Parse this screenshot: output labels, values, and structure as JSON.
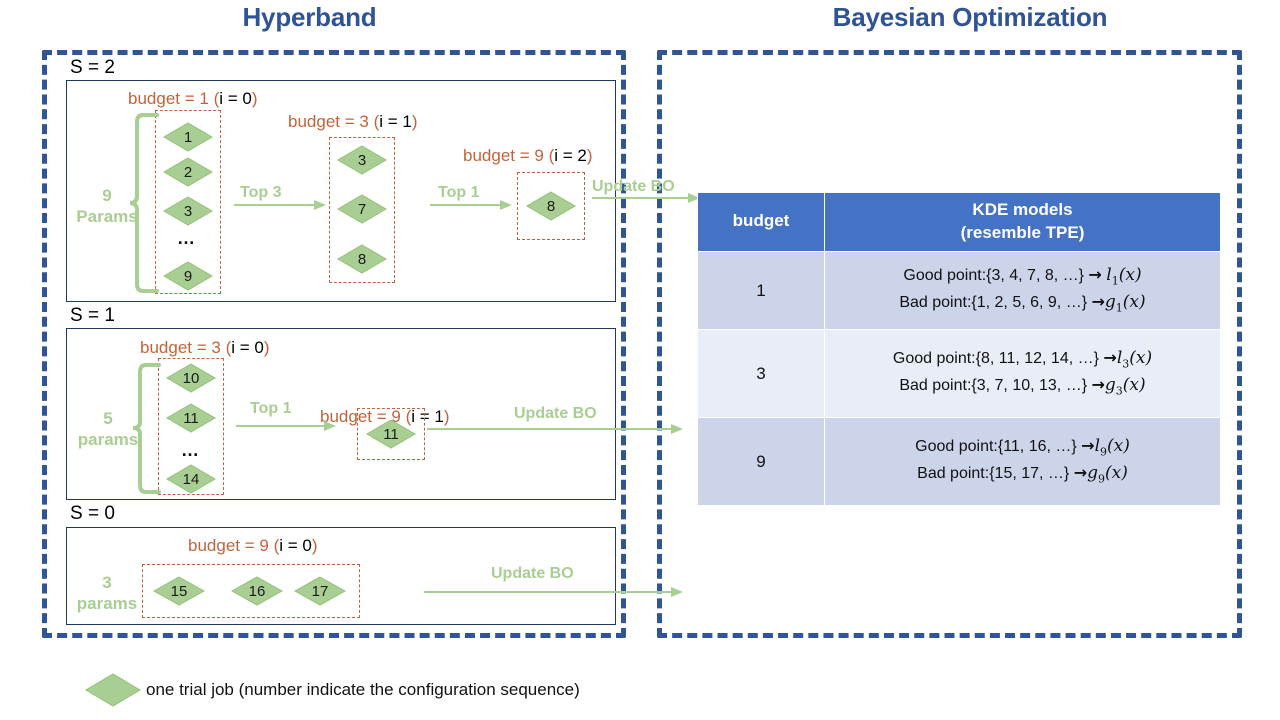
{
  "titles": {
    "left": "Hyperband",
    "right": "Bayesian Optimization"
  },
  "colors": {
    "navy": "#2F5597",
    "title_blue": "#2E5496",
    "orange": "#C1643C",
    "green_light": "#A9CE93",
    "diamond_fill": "#A9CE93",
    "diamond_stroke": "#7EAE5E",
    "table_header": "#4472C4",
    "row_dark": "#CCD4EA",
    "row_light": "#E9EDF7"
  },
  "hyperband": {
    "brackets": [
      {
        "s_label": "S = 2",
        "params_count": "9",
        "params_word": "Params",
        "stages": [
          {
            "budget_text": "budget = 1 ",
            "iter_open": "(",
            "iter_text": "i = 0",
            "iter_close": ")",
            "items": [
              "1",
              "2",
              "3",
              "…",
              "9"
            ]
          },
          {
            "budget_text": "budget = 3 ",
            "iter_open": "(",
            "iter_text": "i = 1",
            "iter_close": ")",
            "items": [
              "3",
              "7",
              "8"
            ]
          },
          {
            "budget_text": "budget = 9 ",
            "iter_open": "(",
            "iter_text": "i = 2",
            "iter_close": ")",
            "items": [
              "8"
            ]
          }
        ],
        "arrows": [
          "Top 3",
          "Top 1"
        ],
        "update_label": "Update BO"
      },
      {
        "s_label": "S = 1",
        "params_count": "5",
        "params_word": "params",
        "stages": [
          {
            "budget_text": "budget = 3 ",
            "iter_open": "(",
            "iter_text": "i = 0",
            "iter_close": ")",
            "items": [
              "10",
              "11",
              "…",
              "14"
            ]
          },
          {
            "budget_text": "budget = 9 ",
            "iter_open": "(",
            "iter_text": "i = 1",
            "iter_close": ")",
            "items": [
              "11"
            ]
          }
        ],
        "arrows": [
          "Top 1"
        ],
        "update_label": "Update BO"
      },
      {
        "s_label": "S = 0",
        "params_count": "3",
        "params_word": "params",
        "stages": [
          {
            "budget_text": "budget = 9 ",
            "iter_open": "(",
            "iter_text": "i = 0",
            "iter_close": ")",
            "items": [
              "15",
              "16",
              "17"
            ]
          }
        ],
        "arrows": [],
        "update_label": "Update BO"
      }
    ]
  },
  "bo_table": {
    "headers": {
      "budget": "budget",
      "kde_line1": "KDE models",
      "kde_line2": "(resemble TPE)"
    },
    "rows": [
      {
        "budget": "1",
        "good_prefix": "Good point:{3, 4, 7, 8, …} ",
        "good_arrow": "→",
        "good_fn": "l",
        "good_sub": "1",
        "good_var": "(x)",
        "bad_prefix": "Bad point:{1, 2, 5, 6, 9, …} ",
        "bad_arrow": "→",
        "bad_fn": "g",
        "bad_sub": "1",
        "bad_var": "(x)"
      },
      {
        "budget": "3",
        "good_prefix": "Good point:{8, 11, 12, 14, …} ",
        "good_arrow": "→",
        "good_fn": "l",
        "good_sub": "3",
        "good_var": "(x)",
        "bad_prefix": "Bad point:{3, 7, 10, 13, …} ",
        "bad_arrow": "→",
        "bad_fn": "g",
        "bad_sub": "3",
        "bad_var": "(x)"
      },
      {
        "budget": "9",
        "good_prefix": "Good point:{11, 16, …} ",
        "good_arrow": "→",
        "good_fn": "l",
        "good_sub": "9",
        "good_var": "(x)",
        "bad_prefix": "Bad point:{15, 17, …} ",
        "bad_arrow": "→",
        "bad_fn": "g",
        "bad_sub": "9",
        "bad_var": "(x)"
      }
    ]
  },
  "legend": {
    "text": "one trial job (number indicate the configuration sequence)"
  }
}
